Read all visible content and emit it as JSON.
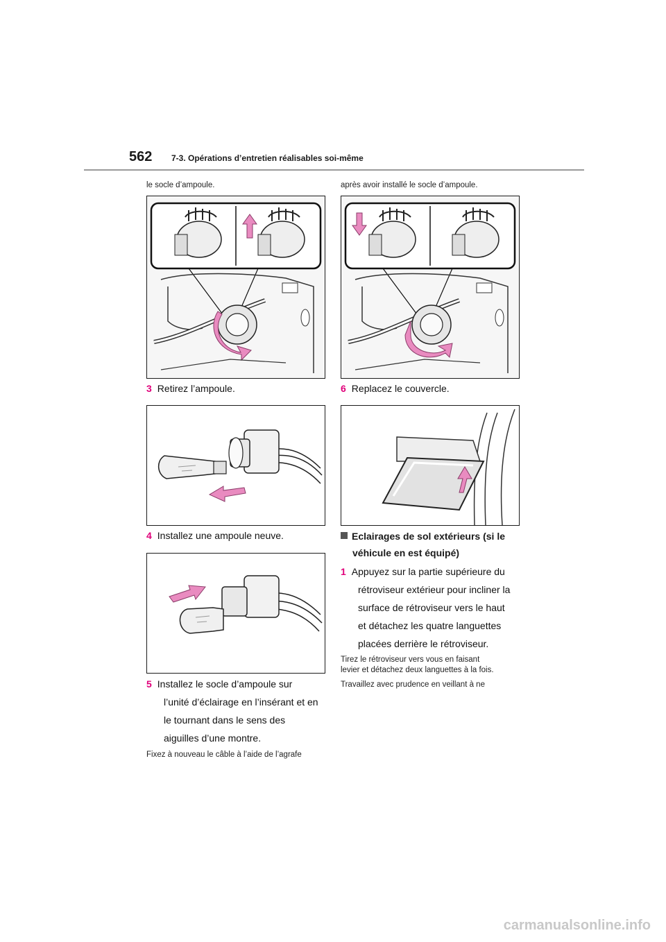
{
  "header": {
    "page_number": "562",
    "section_title": "7-3. Opérations d’entretien réalisables soi-même"
  },
  "left": {
    "intro": "le socle d’ampoule.",
    "step3_num": "3",
    "step3_text": "Retirez l’ampoule.",
    "step4_num": "4",
    "step4_text": "Installez une ampoule neuve.",
    "step5_num": "5",
    "step5_lines": [
      "Installez le socle d’ampoule sur",
      "l’unité d’éclairage en l’insérant et en",
      "le tournant dans le sens des",
      "aiguilles d’une montre."
    ],
    "note": "Fixez à nouveau le câble à l’aide de l’agrafe"
  },
  "right": {
    "intro": "après avoir installé le socle d’ampoule.",
    "step6_num": "6",
    "step6_text": "Replacez le couvercle.",
    "heading_lines": [
      "Eclairages de sol extérieurs (si le",
      "véhicule en est équipé)"
    ],
    "step1_num": "1",
    "step1_lines": [
      "Appuyez sur la partie supérieure du",
      "rétroviseur extérieur pour incliner la",
      "surface de rétroviseur vers le haut",
      "et détachez les quatre languettes",
      "placées derrière le rétroviseur."
    ],
    "note1_lines": [
      "Tirez le rétroviseur vers vous en faisant",
      "levier et détachez deux languettes à la fois."
    ],
    "note2": "Travaillez avec prudence en veillant à ne"
  },
  "footer": {
    "watermark": "carmanualsonline.info"
  },
  "colors": {
    "accent_arrow": "#e98bc0",
    "step_number": "#e0007a",
    "rule": "#9a9a9a"
  }
}
